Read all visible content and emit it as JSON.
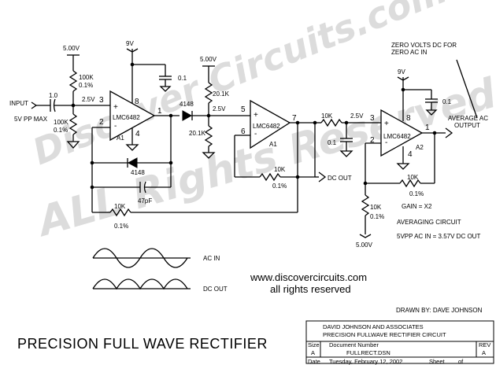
{
  "watermark": {
    "line1": "Discover Circuits.com",
    "line2": "ALL Rights Reserved"
  },
  "labels": {
    "input": "INPUT",
    "input_level": "5V PP MAX",
    "cap_in": "1.0",
    "bias_v": "2.5V",
    "supply_5v": "5.00V",
    "supply_9v": "9V",
    "r_100k": "100K",
    "tol_01": "0.1%",
    "cap_01": "0.1",
    "opamp_part": "LMC6482",
    "a1": "A1",
    "a2": "A2",
    "diode_4148": "4148",
    "cap_47pf": "47pF",
    "r_10k": "10K",
    "r_20k1": "20.1K",
    "dc_out": "DC OUT",
    "zero_note_1": "ZERO VOLTS DC FOR",
    "zero_note_2": "ZERO AC IN",
    "avg_out_1": "AVERAGE AC",
    "avg_out_2": "OUTPUT",
    "gain": "GAIN = X2",
    "averaging": "AVERAGING CIRCUIT",
    "vpp_note": "5VPP AC IN = 3.57V DC OUT",
    "ac_in": "AC  IN",
    "dc_out_wave": "DC OUT",
    "website": "www.discovercircuits.com",
    "rights": "all rights reserved",
    "drawn_by": "DRAWN BY:  DAVE JOHNSON",
    "title": "PRECISION FULL WAVE RECTIFIER"
  },
  "pins": {
    "a1_plus": "3",
    "a1_minus": "2",
    "a1_out": "1",
    "a1_v": "8",
    "a1_g": "4",
    "b_plus": "5",
    "b_minus": "6",
    "b_out": "7",
    "a2_plus": "3",
    "a2_minus": "2",
    "a2_out": "1",
    "a2_v": "8",
    "a2_g": "4",
    "plus_sign": "+",
    "minus_sign": "-"
  },
  "title_block": {
    "company": "DAVID JOHNSON AND ASSOCIATES",
    "circuit": "PRECISION FULLWAVE RECTIFIER CIRCUIT",
    "size_label": "Size",
    "size_value": "A",
    "doc_label": "Document Number",
    "doc_value": "FULLRECT.DSN",
    "rev_label": "REV",
    "rev_value": "A",
    "date_label": "Date",
    "date_value": "Tuesday, February 12, 2002",
    "sheet_label": "Sheet",
    "sheet_of": "of"
  }
}
